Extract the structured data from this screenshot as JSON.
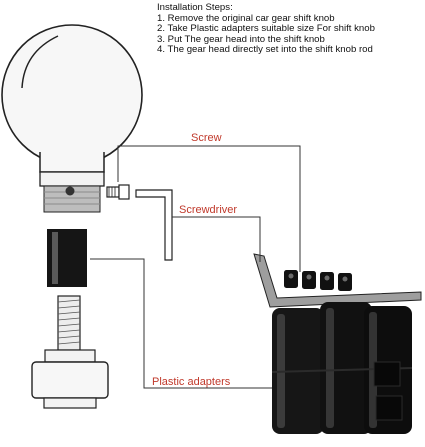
{
  "instructions": {
    "heading": "Installation Steps:",
    "steps": [
      "1. Remove the original car gear shift knob",
      "2. Take Plastic adapters suitable size For shift knob",
      "3. Put The gear head into the shift knob",
      "4. The gear head directly set into the shift knob rod"
    ]
  },
  "callouts": {
    "screw": "Screw",
    "screwdriver": "Screwdriver",
    "plastic_adapters": "Plastic adapters"
  },
  "colors": {
    "label_text": "#c0392b",
    "leader_line": "#333333",
    "part_dark": "#111111"
  }
}
